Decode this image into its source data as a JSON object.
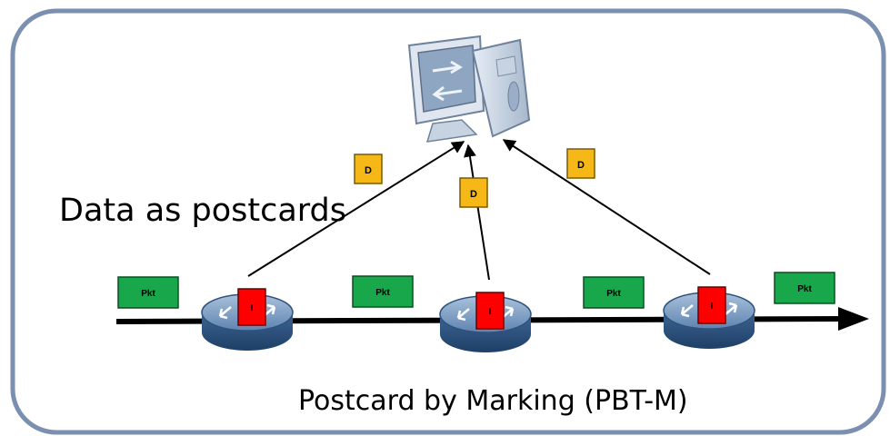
{
  "labels": {
    "data_as_postcards": "Data as postcards",
    "caption": "Postcard by Marking (PBT-M)"
  },
  "packets": [
    "Pkt",
    "Pkt",
    "Pkt",
    "Pkt"
  ],
  "postcards": [
    "D",
    "D",
    "D"
  ],
  "markers": [
    "I",
    "I",
    "I"
  ],
  "colors": {
    "frame_border": "#7b8fb0",
    "packet": "#18a84b",
    "postcard": "#f5b816",
    "marker": "#ff0000",
    "router": "#4f74a0",
    "line": "#000000"
  },
  "icons": {
    "collector": "computer-server-icon",
    "router": "router-icon"
  }
}
